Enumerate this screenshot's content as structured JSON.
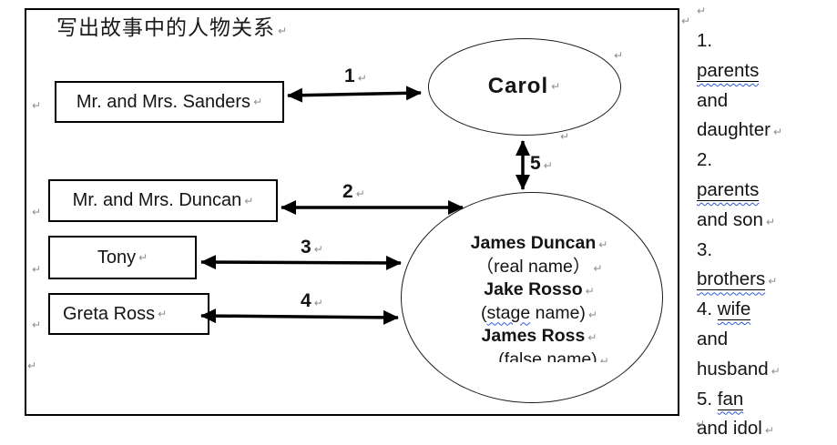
{
  "title": {
    "text": "写出故事中的人物关系",
    "mark": "↵"
  },
  "glyphs": {
    "pilcrow": "↵"
  },
  "boxes": [
    {
      "label": "Mr. and Mrs. Sanders",
      "mark": "↵"
    },
    {
      "label": "Mr. and Mrs. Duncan",
      "mark": "↵"
    },
    {
      "label": "Tony",
      "mark": "↵"
    },
    {
      "label": "Greta Ross",
      "mark": "↵"
    }
  ],
  "carol": {
    "label": "Carol",
    "mark": "↵"
  },
  "names": {
    "lines": [
      {
        "text": "James Duncan",
        "mark": "↵"
      },
      {
        "text": "（real name）",
        "mark": "↵"
      },
      {
        "text": "Jake Rosso",
        "mark": "↵"
      },
      {
        "pre": "(",
        "word": "stage",
        "post": " name)",
        "mark": "↵"
      },
      {
        "text": "James Ross",
        "mark": "↵"
      },
      {
        "text": "(false name)",
        "mark": "↵"
      }
    ]
  },
  "arrows": [
    {
      "label": "1",
      "mark": "↵"
    },
    {
      "label": "2",
      "mark": "↵"
    },
    {
      "label": "3",
      "mark": "↵"
    },
    {
      "label": "4",
      "mark": "↵"
    },
    {
      "label": "5",
      "mark": "↵"
    }
  ],
  "sidebar": {
    "lines": [
      {
        "pre": "1."
      },
      {
        "word": "parents"
      },
      {
        "pre": "and"
      },
      {
        "pre": "daughter",
        "mark": "↵"
      },
      {
        "pre": "2."
      },
      {
        "word": "parents"
      },
      {
        "pre": "and son",
        "mark": "↵"
      },
      {
        "pre": "3."
      },
      {
        "word": "brothers",
        "mark": "↵"
      },
      {
        "pre": "4. ",
        "word": "wife"
      },
      {
        "pre": "and"
      },
      {
        "pre": "husband",
        "mark": "↵"
      },
      {
        "pre": "5. ",
        "word": "fan"
      },
      {
        "pre": "and idol",
        "mark": "↵"
      }
    ]
  },
  "colors": {
    "ink": "#000000",
    "wavy_underline": "#2d59d8",
    "formatting_mark": "#8e8e8e"
  }
}
